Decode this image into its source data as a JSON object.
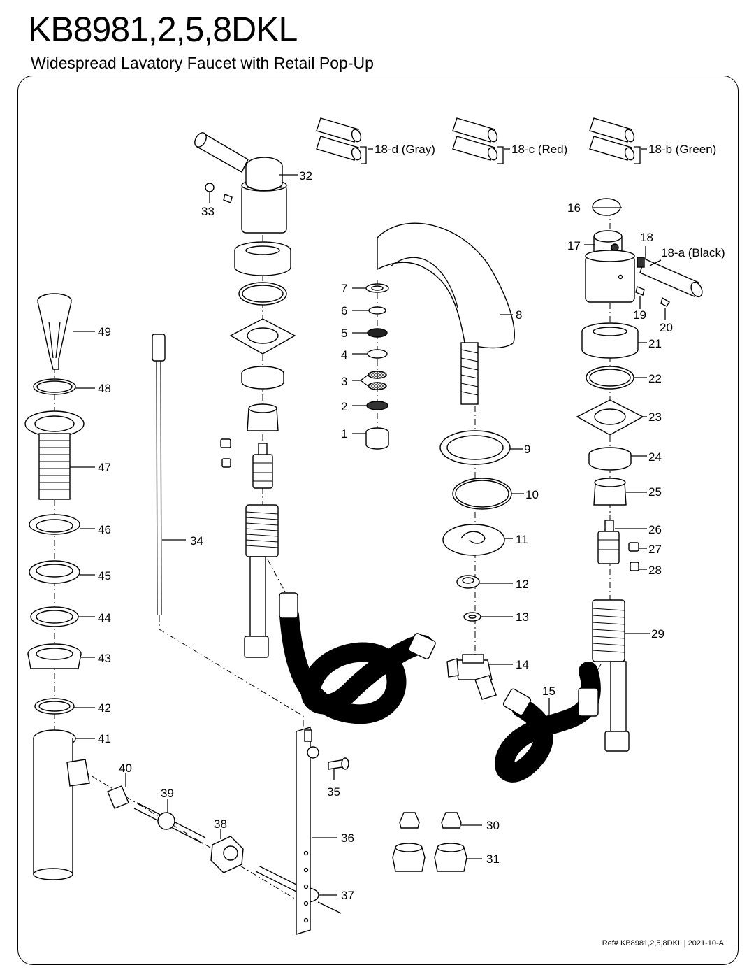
{
  "header": {
    "model": "KB8981,2,5,8DKL",
    "description": "Widespread Lavatory Faucet with Retail Pop-Up"
  },
  "footer": {
    "reference": "Ref# KB8981,2,5,8DKL | 2021-10-A"
  },
  "parts": {
    "p1": "1",
    "p2": "2",
    "p3": "3",
    "p4": "4",
    "p5": "5",
    "p6": "6",
    "p7": "7",
    "p8": "8",
    "p9": "9",
    "p10": "10",
    "p11": "11",
    "p12": "12",
    "p13": "13",
    "p14": "14",
    "p15": "15",
    "p16": "16",
    "p17": "17",
    "p18": "18",
    "p18a": "18-a (Black)",
    "p18b": "18-b (Green)",
    "p18c": "18-c (Red)",
    "p18d": "18-d (Gray)",
    "p19": "19",
    "p20": "20",
    "p21": "21",
    "p22": "22",
    "p23": "23",
    "p24": "24",
    "p25": "25",
    "p26": "26",
    "p27": "27",
    "p28": "28",
    "p29": "29",
    "p30": "30",
    "p31": "31",
    "p32": "32",
    "p33": "33",
    "p34": "34",
    "p35": "35",
    "p36": "36",
    "p37": "37",
    "p38": "38",
    "p39": "39",
    "p40": "40",
    "p41": "41",
    "p42": "42",
    "p43": "43",
    "p44": "44",
    "p45": "45",
    "p46": "46",
    "p47": "47",
    "p48": "48",
    "p49": "49"
  }
}
